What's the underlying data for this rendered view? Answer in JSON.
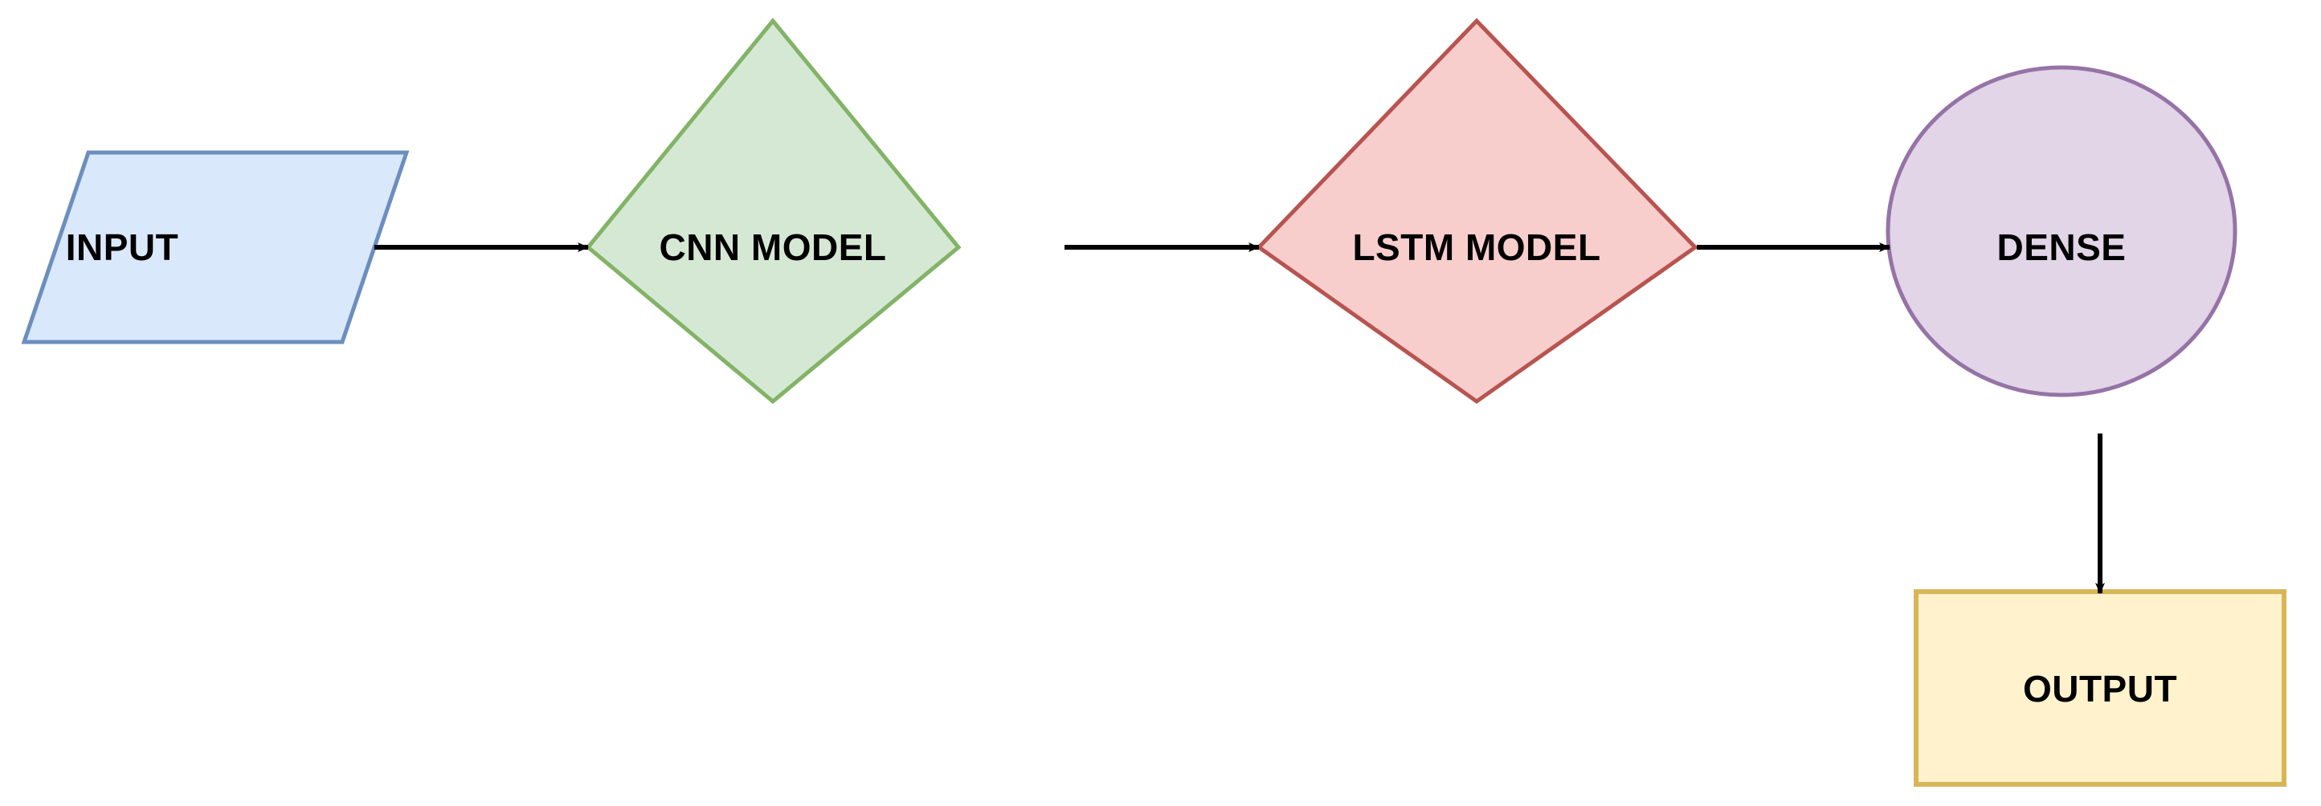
{
  "diagram": {
    "title": "CNN-LSTM model pipeline flowchart",
    "background_color": "#ffffff",
    "nodes": [
      {
        "id": "input",
        "label": "INPUT",
        "shape": "parallelogram",
        "fill": "#dae8fc",
        "stroke": "#6c8ebf"
      },
      {
        "id": "cnn_model",
        "label": "CNN MODEL",
        "shape": "diamond",
        "fill": "#d5e8d4",
        "stroke": "#82b366"
      },
      {
        "id": "lstm_model",
        "label": "LSTM MODEL",
        "shape": "diamond",
        "fill": "#f8cecc",
        "stroke": "#b85450"
      },
      {
        "id": "dense",
        "label": "DENSE",
        "shape": "ellipse",
        "fill": "#e1d5e7",
        "stroke": "#9673a6"
      },
      {
        "id": "output",
        "label": "OUTPUT",
        "shape": "rectangle",
        "fill": "#fff2cc",
        "stroke": "#d6b656"
      }
    ],
    "edges": [
      {
        "id": "edge-input-cnn",
        "from": "input",
        "to": "cnn_model",
        "direction": "right",
        "color": "#000000"
      },
      {
        "id": "edge-cnn-lstm",
        "from": "cnn_model",
        "to": "lstm_model",
        "direction": "right",
        "color": "#000000"
      },
      {
        "id": "edge-lstm-dense",
        "from": "lstm_model",
        "to": "dense",
        "direction": "right",
        "color": "#000000"
      },
      {
        "id": "edge-dense-output",
        "from": "dense",
        "to": "output",
        "direction": "down",
        "color": "#000000"
      }
    ]
  }
}
